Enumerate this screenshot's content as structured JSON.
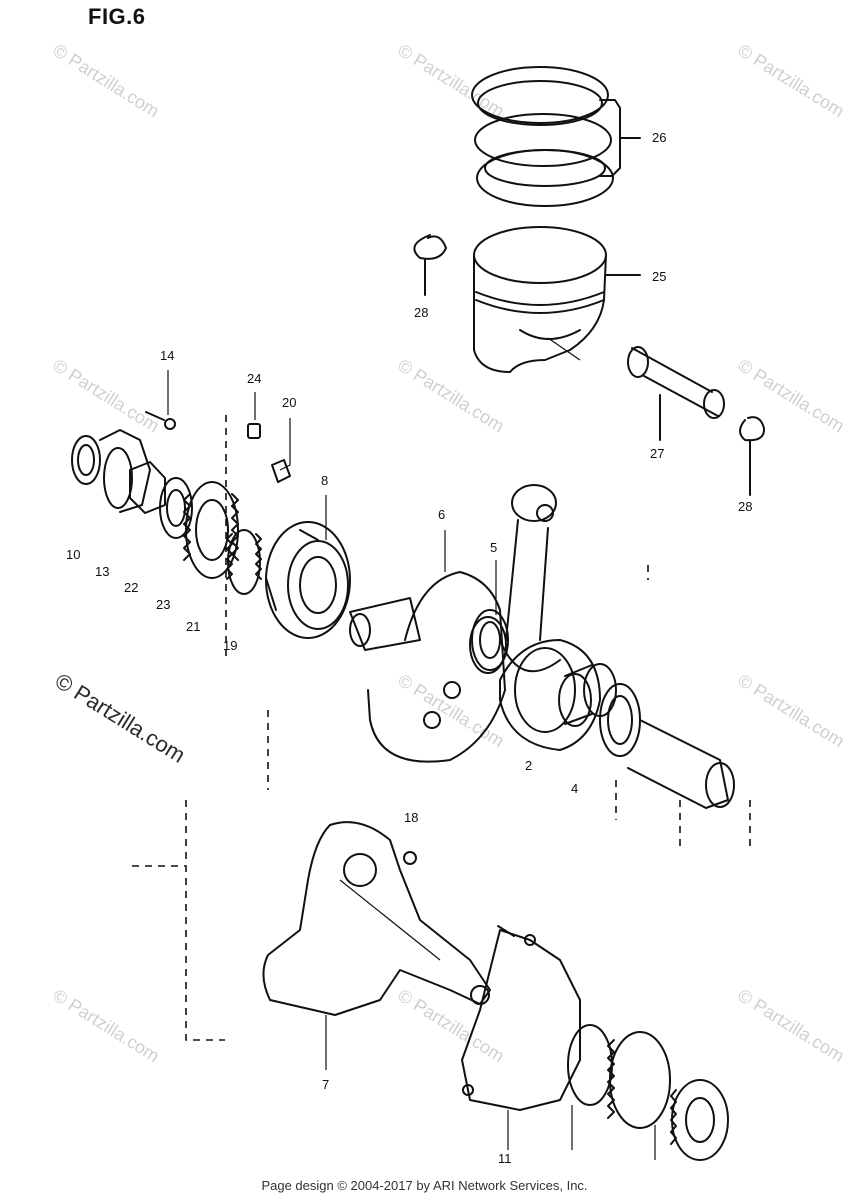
{
  "figure": {
    "title": "FIG.6"
  },
  "callouts": [
    {
      "id": "26",
      "label": "26"
    },
    {
      "id": "25",
      "label": "25"
    },
    {
      "id": "28a",
      "label": "28"
    },
    {
      "id": "27",
      "label": "27"
    },
    {
      "id": "28b",
      "label": "28"
    },
    {
      "id": "14",
      "label": "14"
    },
    {
      "id": "24",
      "label": "24"
    },
    {
      "id": "20",
      "label": "20"
    },
    {
      "id": "8",
      "label": "8"
    },
    {
      "id": "6",
      "label": "6"
    },
    {
      "id": "5",
      "label": "5"
    },
    {
      "id": "10",
      "label": "10"
    },
    {
      "id": "13",
      "label": "13"
    },
    {
      "id": "22",
      "label": "22"
    },
    {
      "id": "23",
      "label": "23"
    },
    {
      "id": "21",
      "label": "21"
    },
    {
      "id": "19",
      "label": "19"
    },
    {
      "id": "2",
      "label": "2"
    },
    {
      "id": "4",
      "label": "4"
    },
    {
      "id": "18",
      "label": "18"
    },
    {
      "id": "7",
      "label": "7"
    },
    {
      "id": "11",
      "label": "11"
    }
  ],
  "watermarks": {
    "small": "© Partzilla.com",
    "large": "© Partzilla.com"
  },
  "footer": "Page design © 2004-2017 by ARI Network Services, Inc."
}
